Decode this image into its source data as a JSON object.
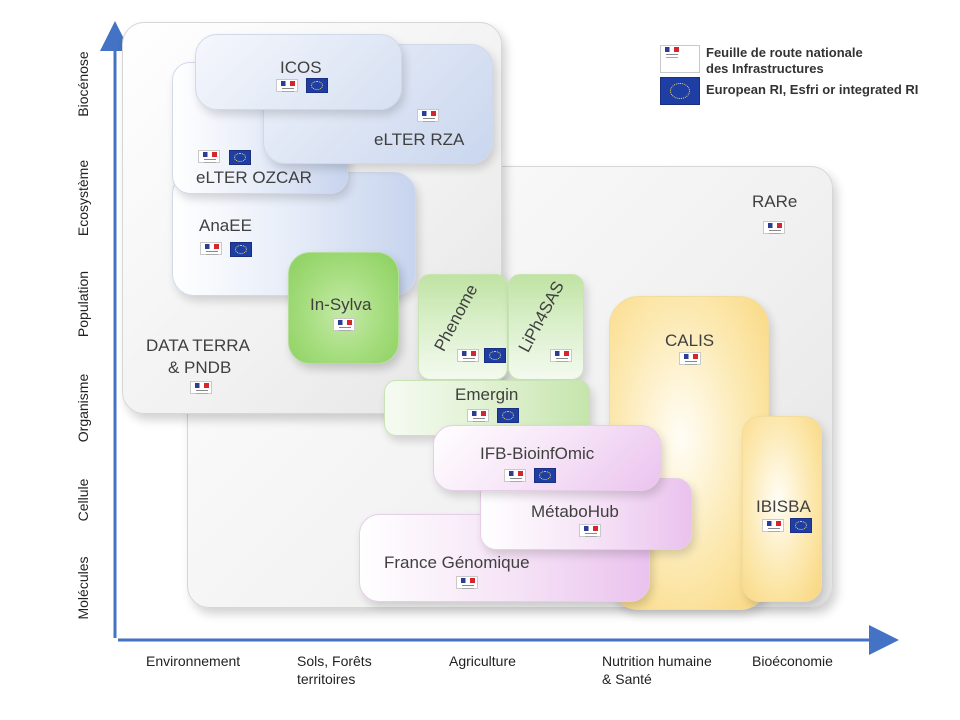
{
  "y_axis": {
    "labels": [
      "Biocénose",
      "Ecosystème",
      "Population",
      "Organisme",
      "Cellule",
      "Molécules"
    ]
  },
  "x_axis": {
    "labels": [
      {
        "lines": [
          "Environnement"
        ]
      },
      {
        "lines": [
          "Sols, Forêts",
          "territoires"
        ]
      },
      {
        "lines": [
          "Agriculture"
        ]
      },
      {
        "lines": [
          "Nutrition humaine",
          "& Santé"
        ]
      },
      {
        "lines": [
          "Bioéconomie"
        ]
      }
    ]
  },
  "legend": {
    "national": "Feuille de route nationale des Infrastructures",
    "european": "European RI, Esfri or integrated RI"
  },
  "infrastructures": {
    "icos": "ICOS",
    "elter_rza": "eLTER RZA",
    "elter_ozcar": "eLTER OZCAR",
    "anaee": "AnaEE",
    "in_sylva": "In-Sylva",
    "data_terra": "DATA TERRA",
    "data_terra_line2": "& PNDB",
    "rare": "RARe",
    "phenome": "Phenome",
    "liph4sas": "LiPh4SAS",
    "emergin": "Emergin",
    "calis": "CALIS",
    "ifb": "IFB-BioinfOmic",
    "metabohub": "MétaboHub",
    "ibisba": "IBISBA",
    "france_genomique": "France Génomique"
  },
  "colors": {
    "axis": "#4472c4",
    "blue_group": "#c9d6ee",
    "green_group": "#a3dc7b",
    "pink_group": "#ebc3ef",
    "orange_group": "#f9d57b",
    "grey_group": "#e4e4e4"
  }
}
